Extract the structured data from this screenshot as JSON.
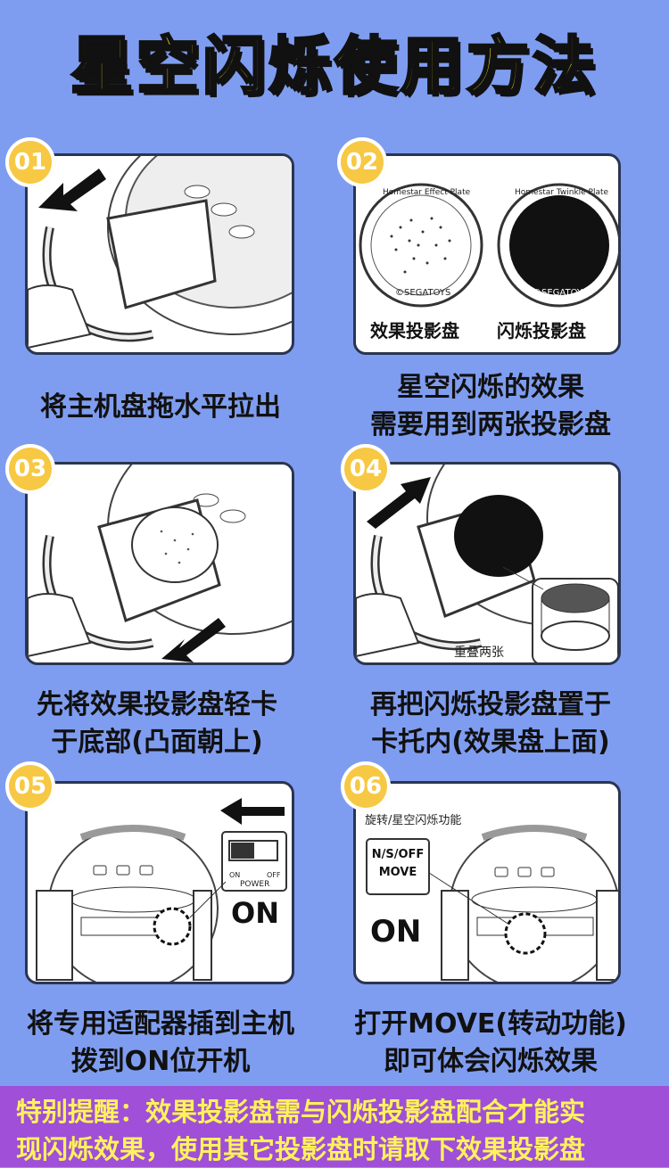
{
  "title": "星空闪烁使用方法",
  "steps": [
    {
      "number": "01",
      "caption_lines": [
        "将主机盘拖水平拉出"
      ]
    },
    {
      "number": "02",
      "caption_lines": [
        "星空闪烁的效果",
        "需要用到两张投影盘"
      ],
      "plate_left_label": "效果投影盘",
      "plate_right_label": "闪烁投影盘",
      "plate_left_print": "Homestar Effect Plate",
      "plate_right_print": "Homestar Twinkle Plate",
      "brand": "©SEGATOYS"
    },
    {
      "number": "03",
      "caption_lines": [
        "先将效果投影盘轻卡",
        "于底部(凸面朝上)"
      ]
    },
    {
      "number": "04",
      "caption_lines": [
        "再把闪烁投影盘置于",
        "卡托内(效果盘上面)"
      ],
      "overlay_label": "重叠两张"
    },
    {
      "number": "05",
      "caption_lines": [
        "将专用适配器插到主机",
        "拨到ON位开机"
      ],
      "switch_on": "ON",
      "switch_off": "OFF",
      "switch_power": "POWER",
      "big_label": "ON"
    },
    {
      "number": "06",
      "caption_lines": [
        "打开MOVE(转动功能)",
        "即可体会闪烁效果"
      ],
      "top_label": "旋转/星空闪烁功能",
      "mode_box_line1": "N/S/OFF",
      "mode_box_line2": "MOVE",
      "big_label": "ON"
    }
  ],
  "footer": {
    "line1": "特别提醒：效果投影盘需与闪烁投影盘配合才能实",
    "line2": "现闪烁效果，使用其它投影盘时请取下效果投影盘"
  },
  "colors": {
    "background": "#7f9df0",
    "title": "#f5ec2a",
    "badge": "#f7c843",
    "footer_bg": "#9f4fd8",
    "footer_text": "#fff25a"
  }
}
